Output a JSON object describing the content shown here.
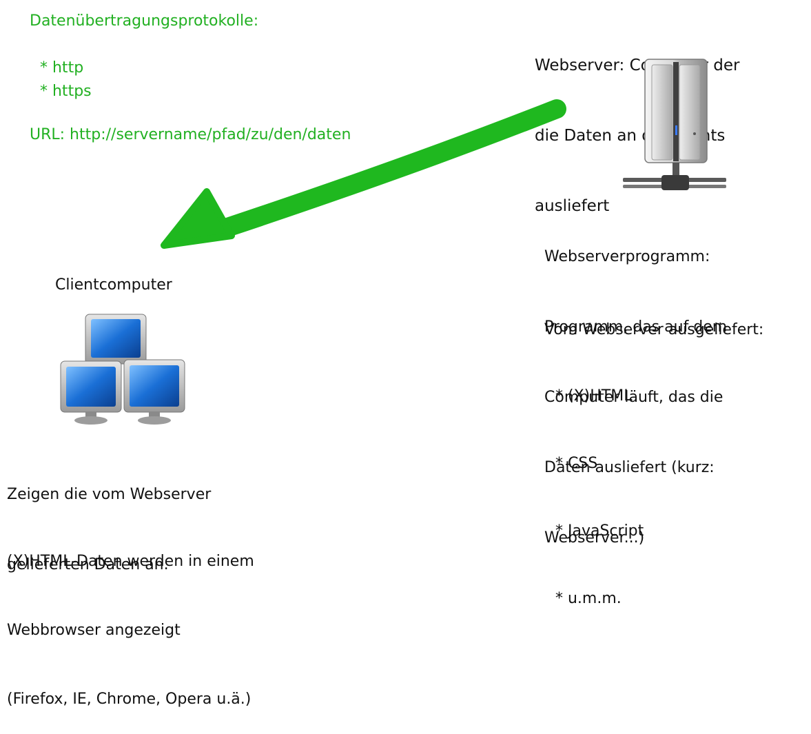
{
  "protocols": {
    "heading": "Datenübertragungsprotokolle:",
    "items": [
      "* http",
      "* https"
    ],
    "url_line": "URL: http://servername/pfad/zu/den/daten"
  },
  "webserver": {
    "caption_lines": [
      "Webserver: Computer der",
      "die Daten an die Clients",
      "ausliefert"
    ]
  },
  "webserverprogramm": {
    "lines": [
      "Webserverprogramm:",
      "Programm, das auf dem",
      "Computer läuft, das die",
      "Daten ausliefert (kurz:",
      "Webserver...)"
    ]
  },
  "delivered": {
    "heading": "Vom Webserver ausgeliefert:",
    "items": [
      "* (X)HTML",
      "* CSS",
      "* JavaScript",
      "* u.m.m."
    ]
  },
  "client": {
    "label": "Clientcomputer",
    "desc_lines": [
      "Zeigen die vom Webserver",
      "gelieferten Daten an."
    ],
    "browser_lines": [
      "(X)HTML-Daten werden in einem",
      "Webbrowser angezeigt",
      "(Firefox, IE, Chrome, Opera u.ä.)"
    ]
  },
  "icons": {
    "arrow": "data-flow-arrow",
    "server": "server-tower-icon",
    "clients": "client-computers-icon"
  },
  "colors": {
    "accent_green": "#22b022",
    "arrow_green": "#1fb81f",
    "monitor_blue": "#1a6fd6"
  }
}
